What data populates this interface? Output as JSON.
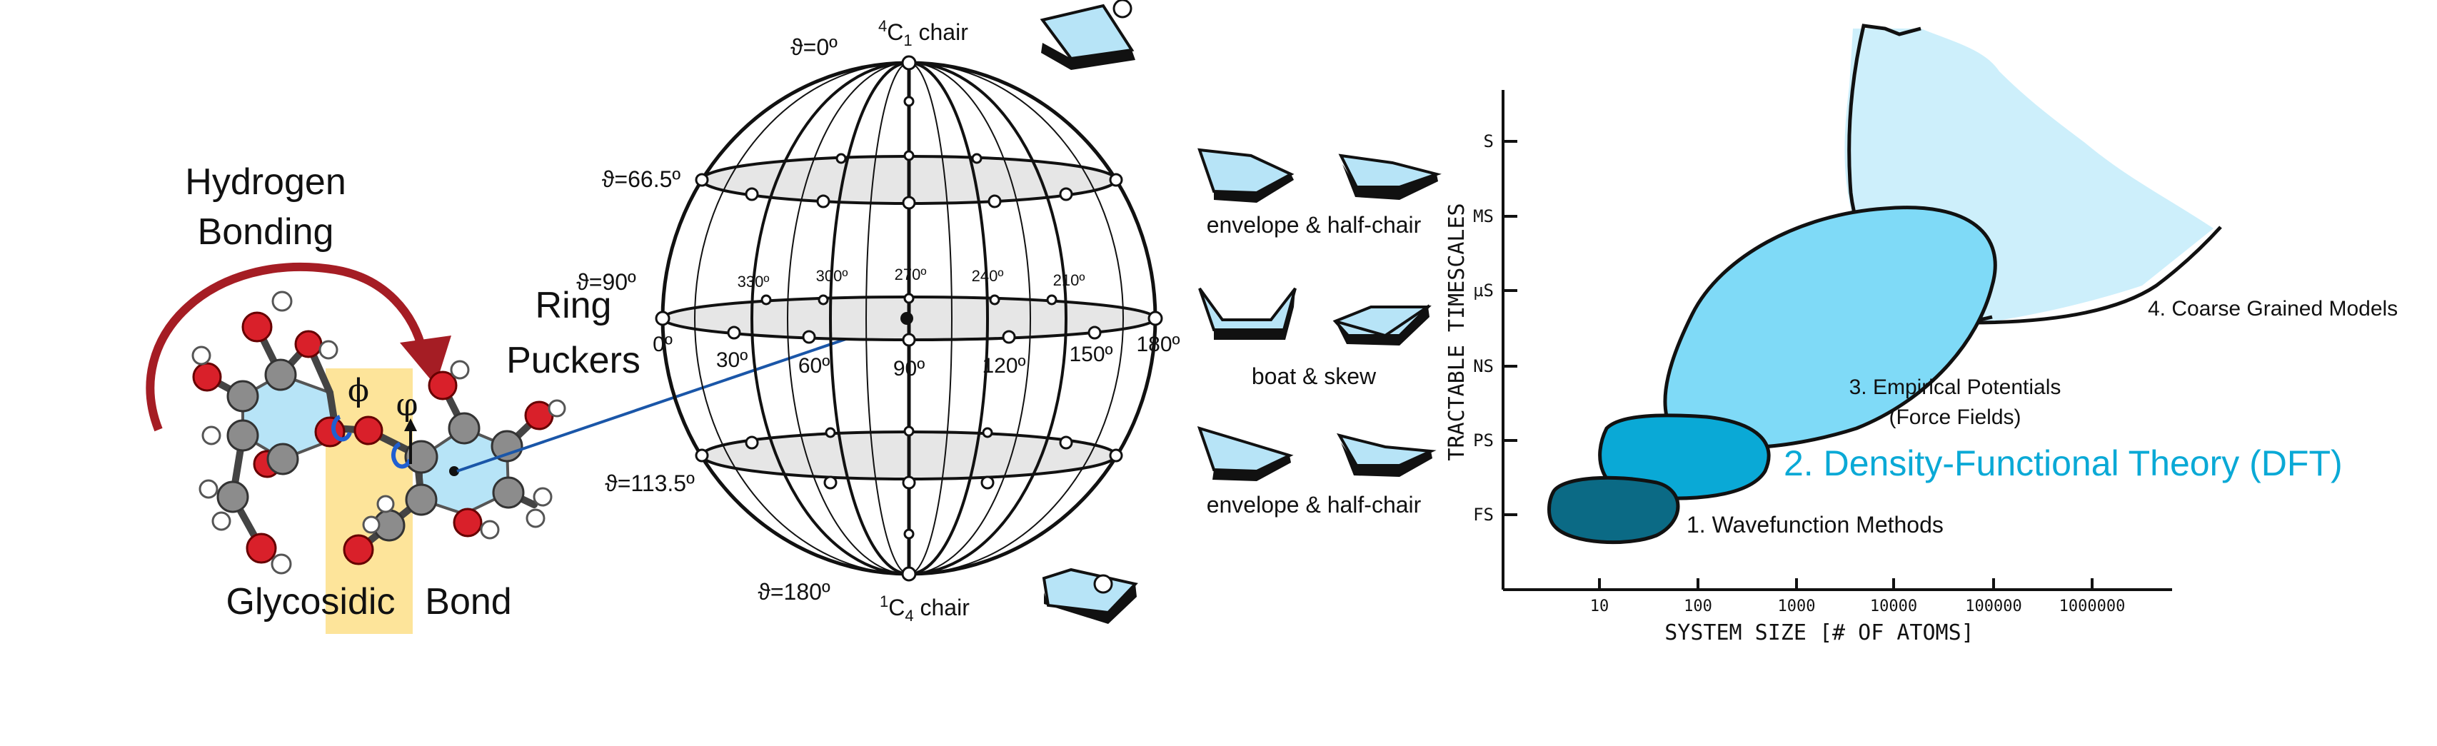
{
  "molecule": {
    "hbond_label_line1": "Hydrogen",
    "hbond_label_line2": "Bonding",
    "phi_label": "ϕ",
    "psi_label": "φ",
    "glycosidic_label": "Glycosidic",
    "bond_label": "Bond",
    "ring_label_line1": "Ring",
    "ring_label_line2": "Puckers",
    "colors": {
      "oxygen": "#d9202a",
      "carbon": "#8c8c8c",
      "hydrogen": "#ffffff",
      "ring_fill": "#b7e4f7",
      "arrow": "#a51d24",
      "highlight": "#fde49a",
      "torsion": "#1f5fd1"
    }
  },
  "sphere": {
    "theta_0": "ϑ=0º",
    "theta_665": "ϑ=66.5º",
    "theta_90": "ϑ=90º",
    "theta_1135": "ϑ=113.5º",
    "theta_180": "ϑ=180º",
    "top_chair_sup": "4",
    "top_chair_rest": "C",
    "top_chair_sub": "1",
    "top_chair_word": "chair",
    "bottom_chair_sup": "1",
    "bottom_chair_rest": "C",
    "bottom_chair_sub": "4",
    "bottom_chair_word": "chair",
    "phi_front": [
      "0º",
      "30º",
      "60º",
      "90º",
      "120º",
      "150º",
      "180º"
    ],
    "phi_back": [
      "330º",
      "300º",
      "270º",
      "240º",
      "210º"
    ]
  },
  "conformers": {
    "row1_label": "envelope & half-chair",
    "row2_label": "boat & skew",
    "row3_label": "envelope & half-chair"
  },
  "chart_data": {
    "type": "diagram",
    "ylabel": "TRACTABLE TIMESCALES",
    "xlabel": "SYSTEM SIZE [# OF ATOMS]",
    "y_ticks": [
      "S",
      "MS",
      "µS",
      "NS",
      "PS",
      "FS"
    ],
    "x_ticks": [
      "10",
      "100",
      "1000",
      "10000",
      "100000",
      "1000000"
    ],
    "regions": [
      {
        "name": "1. Wavefunction Methods",
        "color": "#0b6a85"
      },
      {
        "name": "2. Density-Functional Theory (DFT)",
        "color": "#0aa9d6"
      },
      {
        "name_line1": "3. Empirical Potentials",
        "name_line2": "(Force Fields)",
        "color": "#7fdaf7"
      },
      {
        "name": "4. Coarse Grained Models",
        "color": "#cdeffb"
      }
    ]
  }
}
